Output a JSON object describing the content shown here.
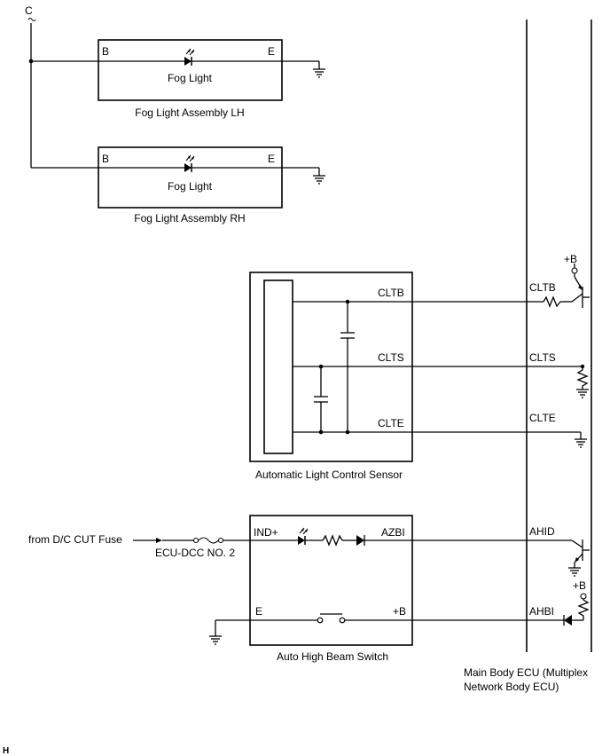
{
  "diagram": {
    "connector_c": "C",
    "fog_lh": {
      "pin_b": "B",
      "pin_e": "E",
      "lamp": "Fog Light",
      "caption": "Fog Light Assembly LH"
    },
    "fog_rh": {
      "pin_b": "B",
      "pin_e": "E",
      "lamp": "Fog Light",
      "caption": "Fog Light Assembly RH"
    },
    "sensor": {
      "caption": "Automatic Light Control Sensor",
      "pins": [
        "CLTB",
        "CLTS",
        "CLTE"
      ]
    },
    "ecu": {
      "caption_line1": "Main Body ECU (Multiplex",
      "caption_line2": "Network Body ECU)",
      "pins": [
        "CLTB",
        "CLTS",
        "CLTE",
        "AHID",
        "AHBI"
      ],
      "plus_b_1": "+B",
      "plus_b_2": "+B"
    },
    "switch": {
      "caption": "Auto High Beam Switch",
      "pin_ind": "IND+",
      "pin_azbi": "AZBI",
      "pin_e": "E",
      "pin_plus_b": "+B"
    },
    "source": "from D/C CUT Fuse",
    "fuse": "ECU-DCC NO. 2",
    "corner_mark": "H"
  }
}
